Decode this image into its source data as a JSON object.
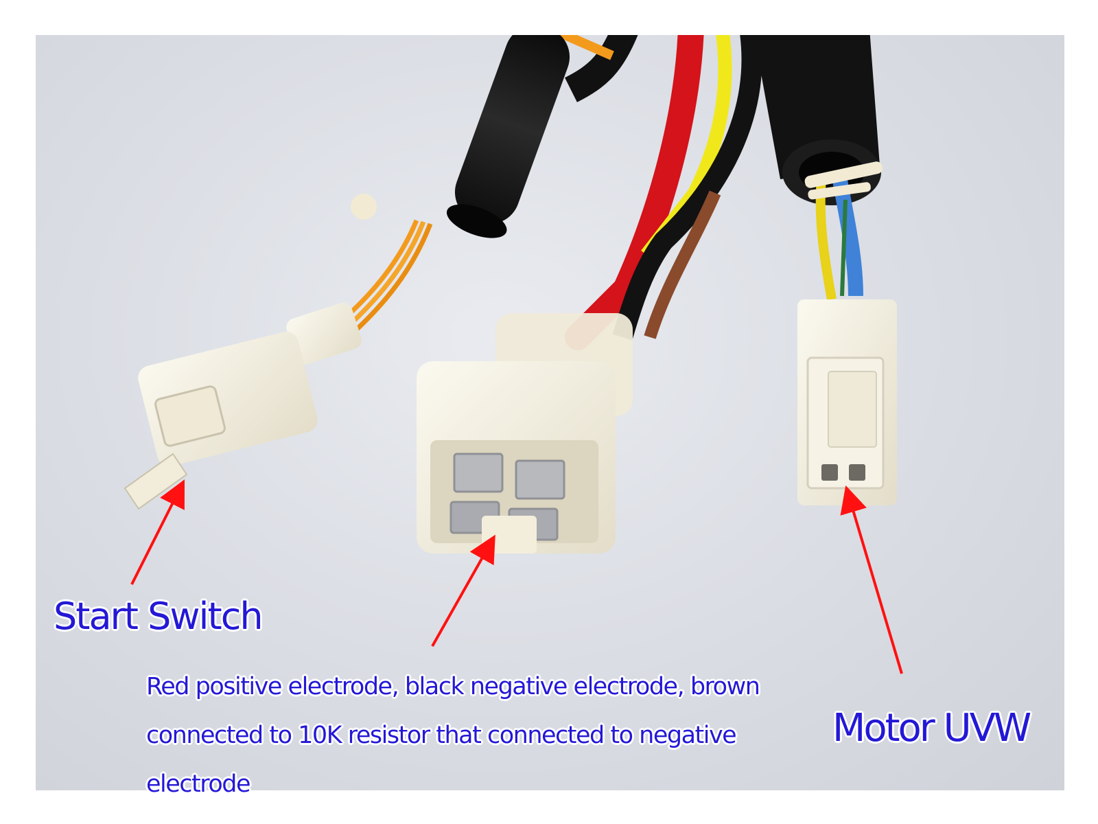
{
  "labels": {
    "start_switch": "Start Switch",
    "motor_uvw": "Motor UVW",
    "description_lines": [
      "Red positive electrode, black negative electrode, brown",
      "connected to 10K resistor that connected to negative",
      "electrode"
    ]
  },
  "colors": {
    "label_text": "#2418d6",
    "arrow": "#ff1111",
    "wire_red": "#d4131b",
    "wire_yellow": "#f1e81c",
    "wire_black": "#121212",
    "wire_brown": "#8a4a2c",
    "wire_orange": "#f39a1d",
    "wire_blue": "#3f82d8",
    "connector": "#f3efe1"
  }
}
